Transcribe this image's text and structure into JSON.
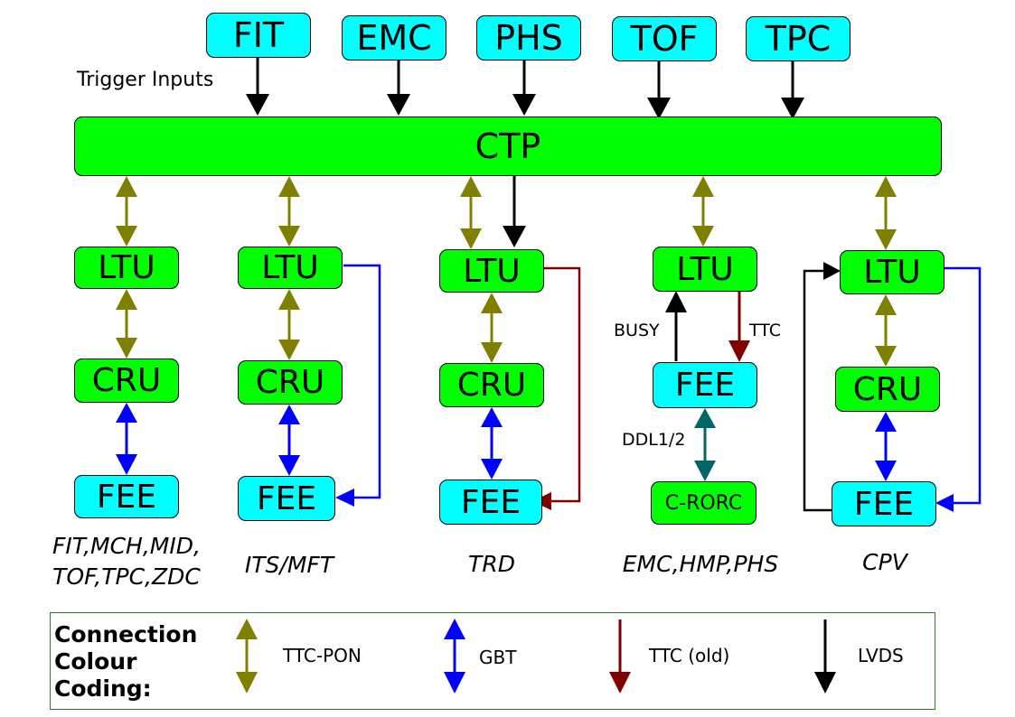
{
  "colors": {
    "ttc_pon": "#808000",
    "gbt": "#0000ff",
    "ttc_old": "#800000",
    "lvds": "#000000",
    "ddl": "#006666",
    "detector_box": "#00ffff",
    "trigger_box": "#00ff00"
  },
  "trigger_inputs": {
    "label": "Trigger Inputs",
    "detectors": [
      "FIT",
      "EMC",
      "PHS",
      "TOF",
      "TPC"
    ]
  },
  "ctp": {
    "label": "CTP"
  },
  "columns": [
    {
      "ltu": "LTU",
      "cru": "CRU",
      "fee": "FEE",
      "detectors_line1": "FIT,MCH,MID,",
      "detectors_line2": "TOF,TPC,ZDC"
    },
    {
      "ltu": "LTU",
      "cru": "CRU",
      "fee": "FEE",
      "detectors_line1": "ITS/MFT"
    },
    {
      "ltu": "LTU",
      "cru": "CRU",
      "fee": "FEE",
      "detectors_line1": "TRD"
    },
    {
      "ltu": "LTU",
      "fee": "FEE",
      "crorc": "C-RORC",
      "busy_label": "BUSY",
      "ttc_label": "TTC",
      "ddl_label": "DDL1/2",
      "detectors_line1": "EMC,HMP,PHS"
    },
    {
      "ltu": "LTU",
      "cru": "CRU",
      "fee": "FEE",
      "detectors_line1": "CPV"
    }
  ],
  "legend": {
    "title_line1": "Connection",
    "title_line2": "Colour",
    "title_line3": "Coding:",
    "items": [
      {
        "label": "TTC-PON",
        "color": "#808000"
      },
      {
        "label": "GBT",
        "color": "#0000ff"
      },
      {
        "label": "TTC (old)",
        "color": "#800000"
      },
      {
        "label": "LVDS",
        "color": "#000000"
      }
    ]
  }
}
